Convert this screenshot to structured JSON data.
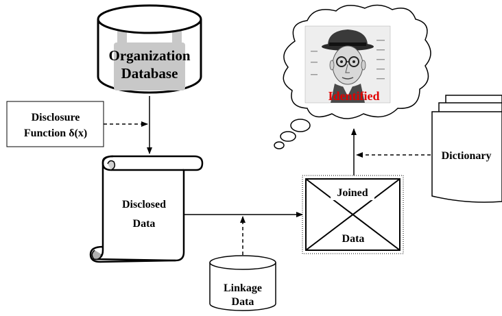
{
  "organization_db": {
    "line1": "Organization",
    "line2": "Database"
  },
  "disclosure_function": {
    "line1": "Disclosure",
    "line2": "Function δ(x)"
  },
  "disclosed_data": {
    "line1": "Disclosed",
    "line2": "Data"
  },
  "linkage_data": {
    "line1": "Linkage",
    "line2": "Data"
  },
  "joined_data": {
    "top": "Joined",
    "bottom": "Data"
  },
  "dictionary": {
    "label": "Dictionary"
  },
  "thought_bubble": {
    "label": "Identified"
  },
  "colors": {
    "identified_text": "#e00000",
    "lock_gray": "#c8c8c8",
    "outline": "#000000"
  },
  "icons": {
    "lock": "padlock-watermark-icon",
    "face": "suspect-sketch-portrait-icon"
  }
}
